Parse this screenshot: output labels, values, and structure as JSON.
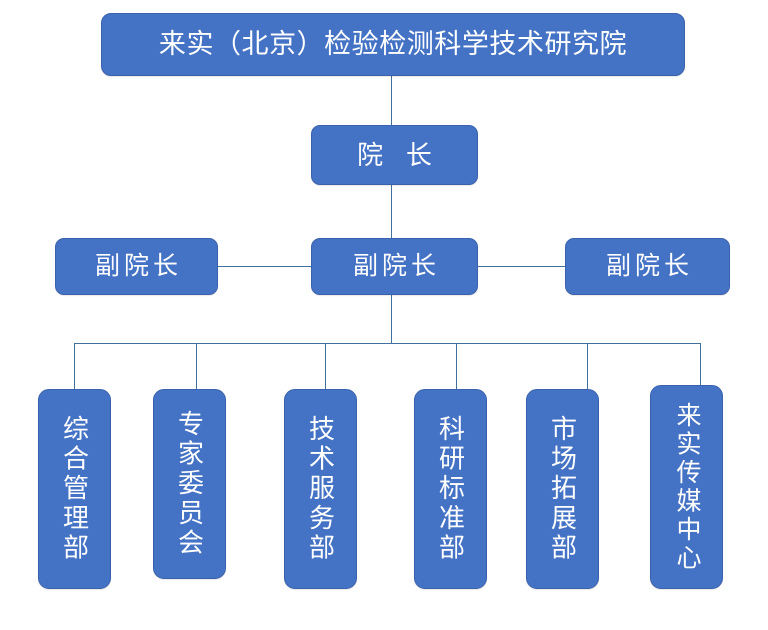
{
  "chart": {
    "type": "org-chart",
    "title": "来实（北京）检验检测科学技术研究院",
    "colors": {
      "node_fill": "#4472C4",
      "node_border": "#3A62AC",
      "connector": "#41719C",
      "node_text": "#FFFFFF",
      "background": "#FFFFFF"
    },
    "levels": [
      {
        "level": 1,
        "nodes": [
          {
            "id": "institute",
            "label": "来实（北京）检验检测科学技术研究院"
          }
        ]
      },
      {
        "level": 2,
        "nodes": [
          {
            "id": "president",
            "label": "院 长"
          }
        ]
      },
      {
        "level": 3,
        "nodes": [
          {
            "id": "vice-president-left",
            "label": "副院长"
          },
          {
            "id": "vice-president-mid",
            "label": "副院长"
          },
          {
            "id": "vice-president-right",
            "label": "副院长"
          }
        ]
      },
      {
        "level": 4,
        "nodes": [
          {
            "id": "dept-general-management",
            "label": "综合管理部"
          },
          {
            "id": "dept-expert-committee",
            "label": "专家委员会"
          },
          {
            "id": "dept-technical-service",
            "label": "技术服务部"
          },
          {
            "id": "dept-research-standard",
            "label": "科研标准部"
          },
          {
            "id": "dept-market-expansion",
            "label": "市场拓展部"
          },
          {
            "id": "dept-laishi-media",
            "label": "来实传媒中心"
          }
        ]
      }
    ]
  },
  "root": {
    "label": "来实（北京）检验检测科学技术研究院"
  },
  "president": {
    "label": "院 长"
  },
  "vice_presidents": [
    {
      "label": "副院长"
    },
    {
      "label": "副院长"
    },
    {
      "label": "副院长"
    }
  ],
  "departments": [
    {
      "label": "综合管理部"
    },
    {
      "label": "专家委员会"
    },
    {
      "label": "技术服务部"
    },
    {
      "label": "科研标准部"
    },
    {
      "label": "市场拓展部"
    },
    {
      "label": "来实传媒中心"
    }
  ]
}
